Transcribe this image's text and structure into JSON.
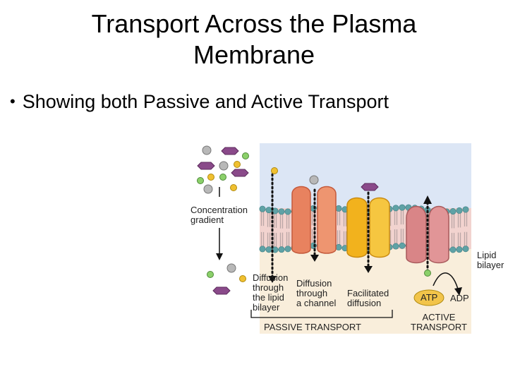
{
  "slide": {
    "title": "Transport Across the Plasma Membrane",
    "bullet": "Showing both Passive and Active Transport"
  },
  "figure": {
    "labels": {
      "concentration_gradient": "Concentration\ngradient",
      "lipid_bilayer": "Lipid\nbilayer",
      "diffusion_lipid": "Diffusion\nthrough\nthe lipid\nbilayer",
      "diffusion_channel": "Diffusion\nthrough\na channel",
      "facilitated_diffusion": "Facilitated\ndiffusion",
      "atp": "ATP",
      "adp": "ADP",
      "active_transport": "ACTIVE\nTRANSPORT",
      "passive_transport": "PASSIVE TRANSPORT"
    },
    "colors": {
      "extracellular_bg": "#dce6f5",
      "cytoplasm_bg": "#f9eedb",
      "phospholipid_head": "#5fa2a6",
      "channel_protein": "#e8825f",
      "carrier_protein": "#f2b21d",
      "pump_protein": "#d98587",
      "small_molecule_gray": "#b8b8b8",
      "small_molecule_yellow": "#f0c030",
      "small_molecule_green": "#8bd06a",
      "large_molecule_purple": "#8a4a8a"
    }
  }
}
